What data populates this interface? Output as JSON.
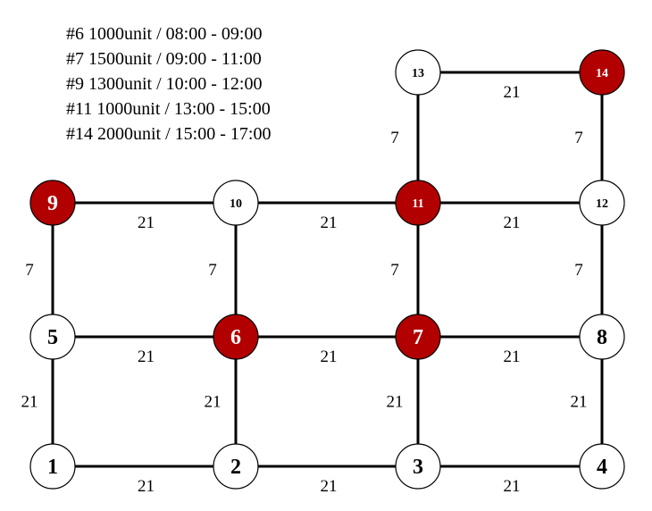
{
  "legend": [
    "#6 1000unit / 08:00 - 09:00",
    "#7 1500unit / 09:00 - 11:00",
    "#9 1300unit / 10:00 - 12:00",
    "#11 1000unit / 13:00 - 15:00",
    "#14 2000unit / 15:00 - 17:00"
  ],
  "colors": {
    "highlight": "#b20000",
    "normal": "#ffffff",
    "edge": "#000000"
  },
  "nodes": [
    {
      "id": "1",
      "highlighted": false
    },
    {
      "id": "2",
      "highlighted": false
    },
    {
      "id": "3",
      "highlighted": false
    },
    {
      "id": "4",
      "highlighted": false
    },
    {
      "id": "5",
      "highlighted": false
    },
    {
      "id": "6",
      "highlighted": true
    },
    {
      "id": "7",
      "highlighted": true
    },
    {
      "id": "8",
      "highlighted": false
    },
    {
      "id": "9",
      "highlighted": true
    },
    {
      "id": "10",
      "highlighted": false
    },
    {
      "id": "11",
      "highlighted": true
    },
    {
      "id": "12",
      "highlighted": false
    },
    {
      "id": "13",
      "highlighted": false
    },
    {
      "id": "14",
      "highlighted": true
    }
  ],
  "edges": [
    {
      "from": "1",
      "to": "2",
      "weight": "21"
    },
    {
      "from": "2",
      "to": "3",
      "weight": "21"
    },
    {
      "from": "3",
      "to": "4",
      "weight": "21"
    },
    {
      "from": "5",
      "to": "6",
      "weight": "21"
    },
    {
      "from": "6",
      "to": "7",
      "weight": "21"
    },
    {
      "from": "7",
      "to": "8",
      "weight": "21"
    },
    {
      "from": "9",
      "to": "10",
      "weight": "21"
    },
    {
      "from": "10",
      "to": "11",
      "weight": "21"
    },
    {
      "from": "11",
      "to": "12",
      "weight": "21"
    },
    {
      "from": "13",
      "to": "14",
      "weight": "21"
    },
    {
      "from": "1",
      "to": "5",
      "weight": "21"
    },
    {
      "from": "2",
      "to": "6",
      "weight": "21"
    },
    {
      "from": "3",
      "to": "7",
      "weight": "21"
    },
    {
      "from": "4",
      "to": "8",
      "weight": "21"
    },
    {
      "from": "5",
      "to": "9",
      "weight": "7"
    },
    {
      "from": "6",
      "to": "10",
      "weight": "7"
    },
    {
      "from": "7",
      "to": "11",
      "weight": "7"
    },
    {
      "from": "8",
      "to": "12",
      "weight": "7"
    },
    {
      "from": "11",
      "to": "13",
      "weight": "7"
    },
    {
      "from": "12",
      "to": "14",
      "weight": "7"
    }
  ]
}
